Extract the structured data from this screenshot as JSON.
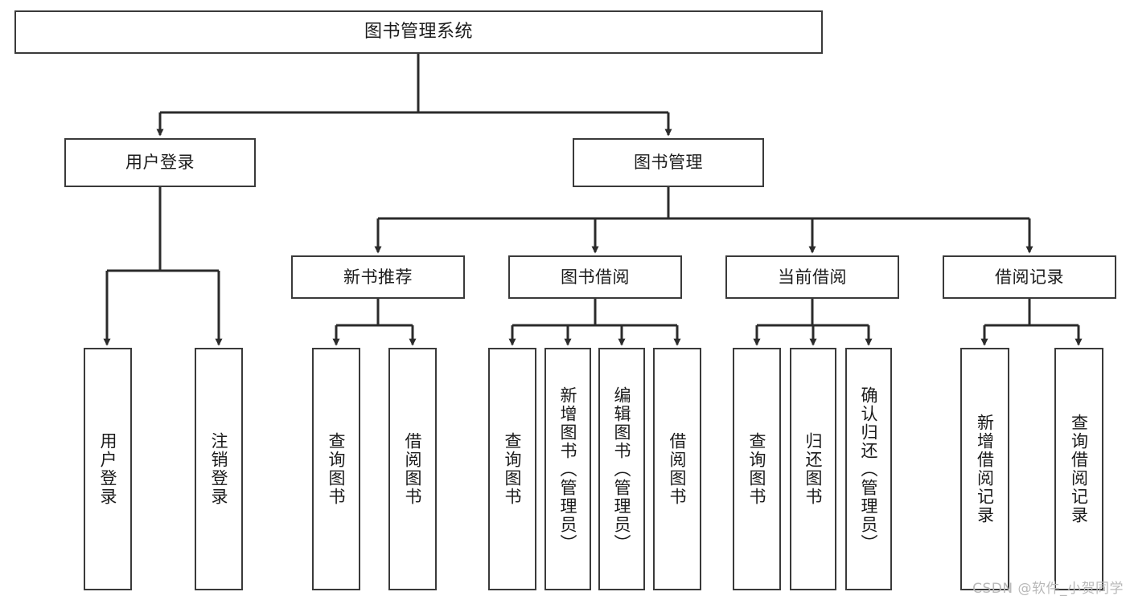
{
  "diagram": {
    "title": "图书管理系统",
    "type": "tree-hierarchy",
    "orientation": "top-down",
    "colors": {
      "box_border": "#3a3a3a",
      "box_fill": "#ffffff",
      "edge": "#2b2b2b",
      "text": "#1b1b1b",
      "watermark": "#b9b9b9",
      "background": "#ffffff"
    }
  },
  "nodes": {
    "root": {
      "label": "图书管理系统"
    },
    "level1": [
      {
        "label": "用户登录"
      },
      {
        "label": "图书管理"
      }
    ],
    "level2": [
      {
        "label": "新书推荐"
      },
      {
        "label": "图书借阅"
      },
      {
        "label": "当前借阅"
      },
      {
        "label": "借阅记录"
      }
    ],
    "leaves": [
      {
        "label": "用户登录"
      },
      {
        "label": "注销登录"
      },
      {
        "label": "查询图书"
      },
      {
        "label": "借阅图书"
      },
      {
        "label": "查询图书"
      },
      {
        "label": "新增图书（管理员）"
      },
      {
        "label": "编辑图书（管理员）"
      },
      {
        "label": "借阅图书"
      },
      {
        "label": "查询图书"
      },
      {
        "label": "归还图书"
      },
      {
        "label": "确认归还（管理员）"
      },
      {
        "label": "新增借阅记录"
      },
      {
        "label": "查询借阅记录"
      }
    ]
  },
  "watermark": {
    "text": "CSDN @软件_小贺同学"
  }
}
